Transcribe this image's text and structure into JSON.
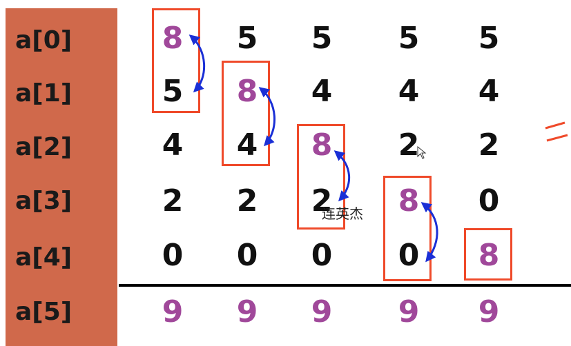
{
  "row_labels": [
    "a[0]",
    "a[1]",
    "a[2]",
    "a[3]",
    "a[4]",
    "a[5]"
  ],
  "columns": [
    [
      "8",
      "5",
      "4",
      "2",
      "0",
      "9"
    ],
    [
      "5",
      "8",
      "4",
      "2",
      "0",
      "9"
    ],
    [
      "5",
      "4",
      "8",
      "2",
      "0",
      "9"
    ],
    [
      "5",
      "4",
      "2",
      "8",
      "0",
      "9"
    ],
    [
      "5",
      "4",
      "2",
      "0",
      "8",
      "9"
    ]
  ],
  "highlighted_rows": [
    0,
    1,
    2,
    3,
    4
  ],
  "watermark": "连英杰",
  "colors": {
    "sidebar": "#d0694b",
    "highlight_text": "#a0489a",
    "box_border": "#ef4a2a",
    "swap_arrow": "#1a2fd6"
  }
}
